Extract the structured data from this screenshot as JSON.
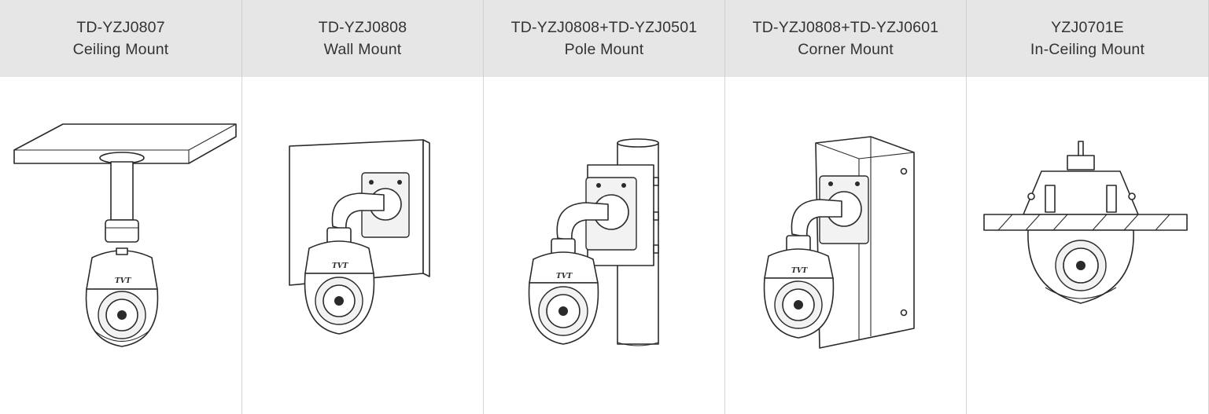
{
  "columns": [
    {
      "model": "TD-YZJ0807",
      "mount": "Ceiling Mount",
      "illustration": "ceiling-mount-illustration"
    },
    {
      "model": "TD-YZJ0808",
      "mount": "Wall Mount",
      "illustration": "wall-mount-illustration"
    },
    {
      "model": "TD-YZJ0808+TD-YZJ0501",
      "mount": "Pole Mount",
      "illustration": "pole-mount-illustration"
    },
    {
      "model": "TD-YZJ0808+TD-YZJ0601",
      "mount": "Corner Mount",
      "illustration": "corner-mount-illustration"
    },
    {
      "model": "YZJ0701E",
      "mount": "In-Ceiling Mount",
      "illustration": "in-ceiling-mount-illustration"
    }
  ],
  "brand_logo": "TVT",
  "colors": {
    "header_bg": "#e6e6e6",
    "border": "#d0d0d0",
    "text": "#333333",
    "line_art": "#2a2a2a"
  }
}
